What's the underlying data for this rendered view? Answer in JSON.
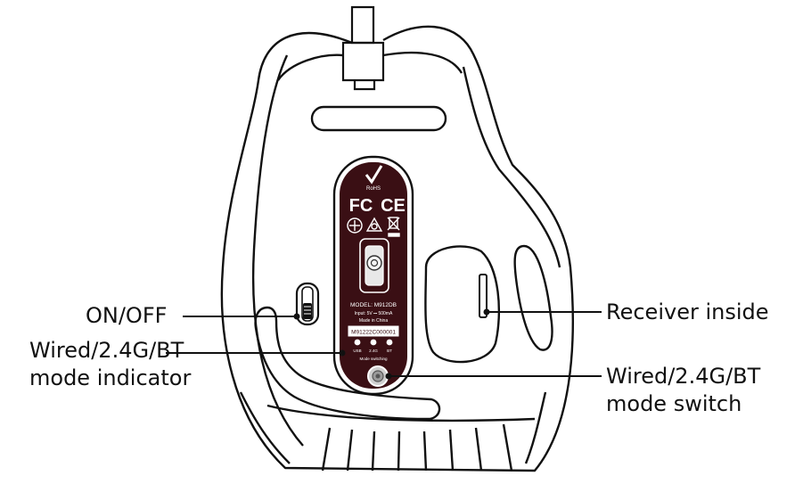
{
  "callouts": {
    "on_off": "ON/OFF",
    "mode_indicator": [
      "Wired/2.4G/BT",
      "mode indicator"
    ],
    "receiver": "Receiver inside",
    "mode_switch": [
      "Wired/2.4G/BT",
      "mode switch"
    ]
  },
  "label_plate": {
    "rohs": "RoHS",
    "fcc": "FC",
    "ce": "CE",
    "model": "MODEL: M912DB",
    "input": "Input: 5V ⎓ 500mA",
    "origin": "Made in China",
    "serial": "M91222C000001",
    "led_labels": [
      "USB",
      "2.4G",
      "BT"
    ],
    "switch_label": "Mode switching"
  },
  "colors": {
    "outline": "#111111",
    "plate": "#3a0f14",
    "background": "#ffffff"
  }
}
